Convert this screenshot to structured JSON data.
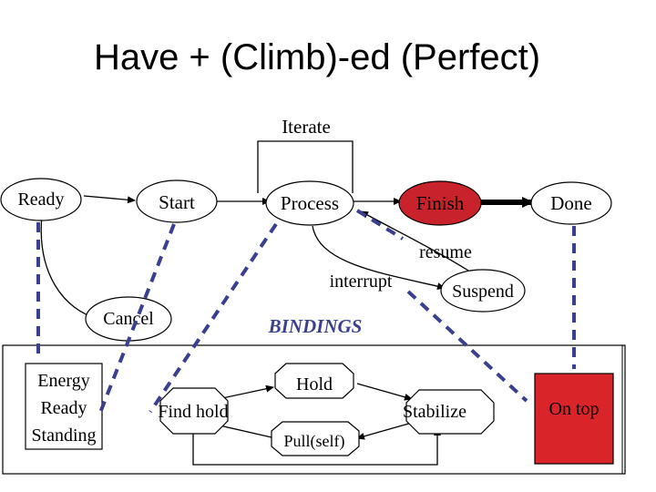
{
  "title": "Have + (Climb)-ed (Perfect)",
  "labels": {
    "iterate": "Iterate",
    "resume": "resume",
    "interrupt": "interrupt",
    "bindings": "BINDINGS"
  },
  "states": {
    "ready": "Ready",
    "start": "Start",
    "process": "Process",
    "finish": "Finish",
    "done": "Done",
    "suspend": "Suspend",
    "cancel": "Cancel"
  },
  "bindings_panel": {
    "energy": [
      "Energy",
      "Ready",
      "Standing"
    ],
    "find_hold": "Find hold",
    "hold": "Hold",
    "stabilize": "Stabilize",
    "pull": "Pull(self)",
    "on_top": "On top"
  },
  "colors": {
    "finish_fill": "#c8232c",
    "on_top_fill": "#d9252a",
    "dashed_link": "#3a3f8f"
  }
}
